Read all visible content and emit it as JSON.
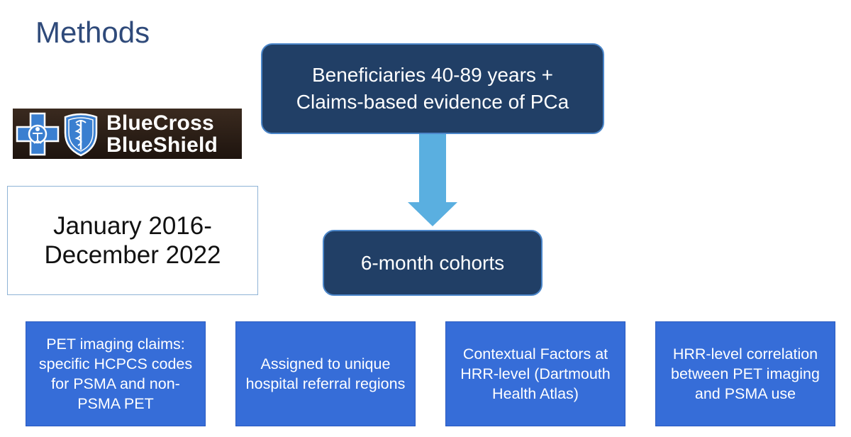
{
  "slide": {
    "title": "Methods"
  },
  "logo": {
    "text_line1": "BlueCross",
    "text_line2": "BlueShield",
    "icons": [
      "blue-cross-icon",
      "blue-shield-icon"
    ],
    "background_color": "#2a1c14"
  },
  "date_range": {
    "line1": "January 2016-",
    "line2": "December 2022"
  },
  "flow": {
    "top_box": {
      "line1": "Beneficiaries 40-89 years +",
      "line2": "Claims-based evidence of PCa"
    },
    "arrow": "down-arrow-icon",
    "middle_box": {
      "label": "6-month cohorts"
    },
    "bottom_boxes": [
      {
        "text": "PET imaging claims: specific HCPCS codes for PSMA and non-PSMA PET"
      },
      {
        "text": "Assigned to unique hospital referral regions"
      },
      {
        "text": "Contextual Factors at HRR-level (Dartmouth Health Atlas)"
      },
      {
        "text": "HRR-level correlation between PET imaging and PSMA use"
      }
    ]
  },
  "colors": {
    "title": "#2f4a7a",
    "dark_box": "#213f66",
    "dark_box_border": "#4b86c9",
    "bright_box": "#366dd8",
    "arrow": "#5aafe0",
    "date_box_border": "#8fb3d6"
  }
}
